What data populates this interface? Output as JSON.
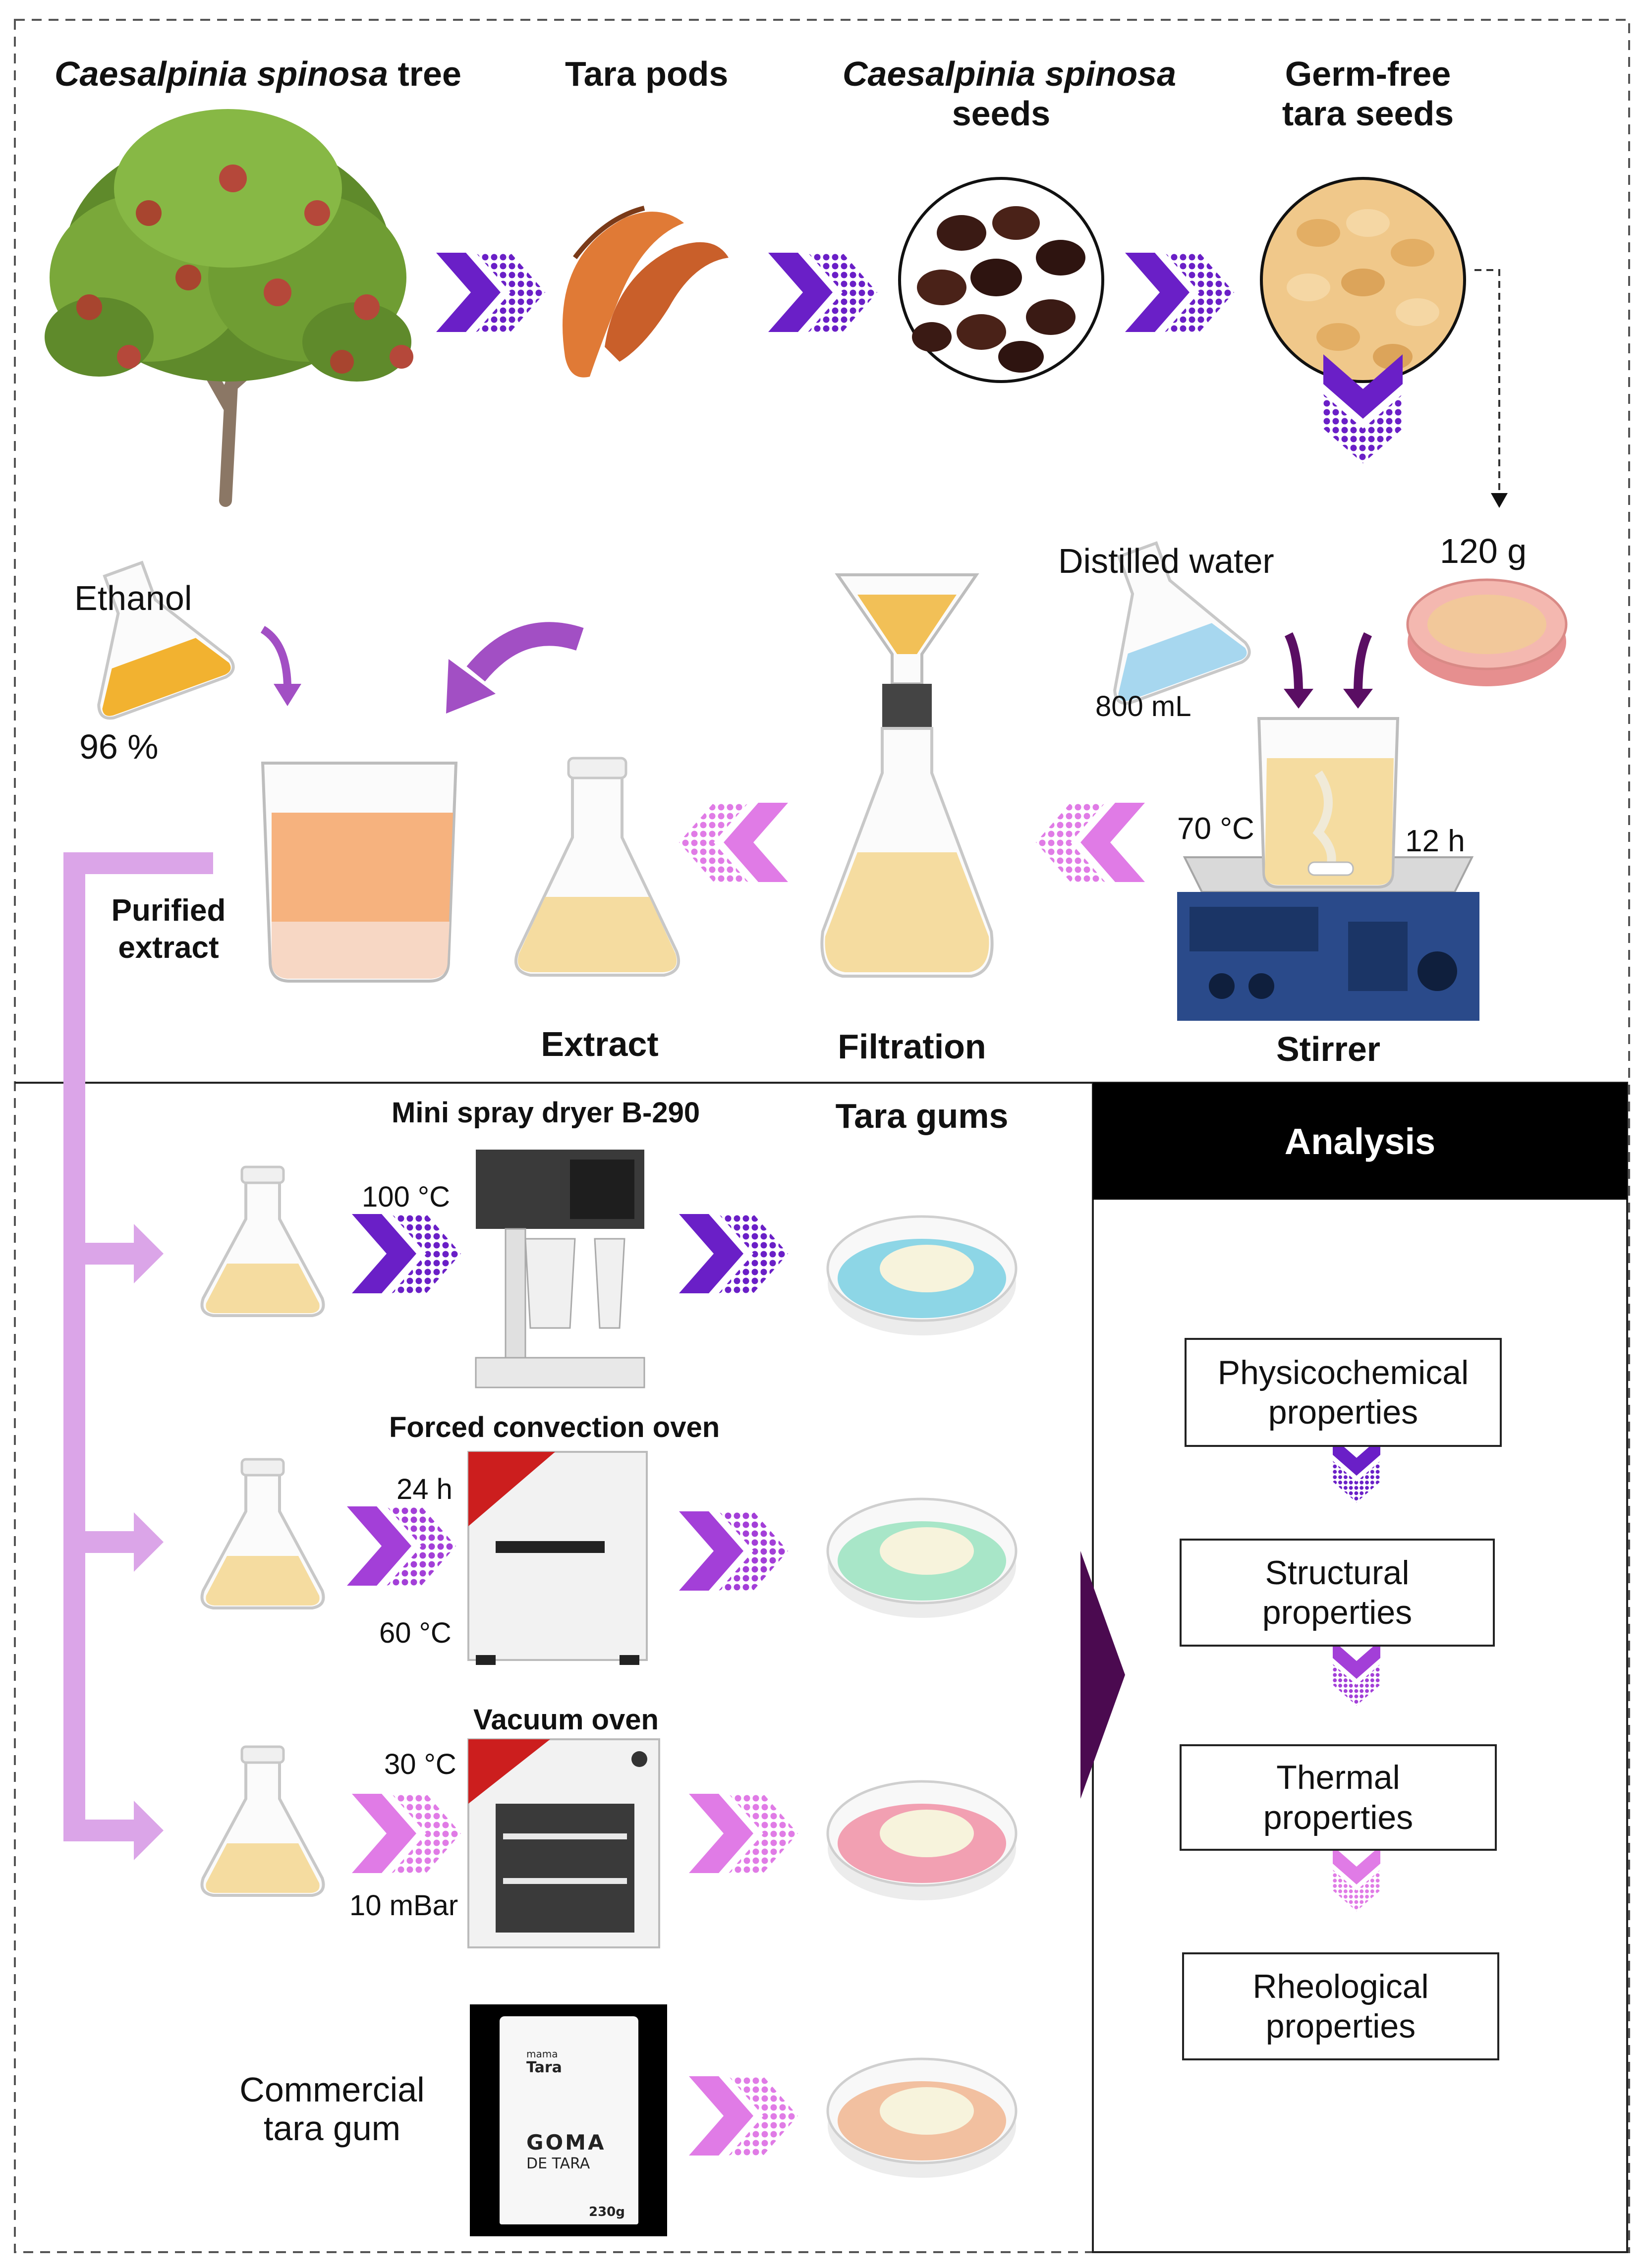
{
  "top_row": {
    "tree_label_italic": "Caesalpinia spinosa",
    "tree_label_rest": " tree",
    "pods_label": "Tara pods",
    "seeds_label_line1": "Caesalpinia spinosa",
    "seeds_label_line2": "seeds",
    "germfree_line1": "Germ-free",
    "germfree_line2": "tara seeds"
  },
  "extraction": {
    "ethanol": "Ethanol",
    "ethanol_conc": "96 %",
    "purified_line1": "Purified",
    "purified_line2": "extract",
    "extract": "Extract",
    "filtration": "Filtration",
    "distilled_water": "Distilled water",
    "water_volume": "800 mL",
    "seed_mass": "120 g",
    "temperature": "70 °C",
    "time": "12 h",
    "stirrer": "Stirrer"
  },
  "drying": {
    "spray_dryer_title": "Mini spray dryer B-290",
    "spray_temp": "100 °C",
    "tara_gums": "Tara gums",
    "convection_title": "Forced convection oven",
    "convection_time": "24 h",
    "convection_temp": "60 °C",
    "vacuum_title": "Vacuum oven",
    "vacuum_temp": "30 °C",
    "vacuum_pressure": "10 mBar",
    "commercial_line1": "Commercial",
    "commercial_line2": "tara gum"
  },
  "package": {
    "brand_line1": "mama",
    "brand_line2": "Tara",
    "product_line1": "GOMA",
    "product_line2": "DE TARA",
    "weight": "230g"
  },
  "analysis": {
    "header": "Analysis",
    "items": [
      {
        "line1": "Physicochemical",
        "line2": "properties"
      },
      {
        "line1": "Structural",
        "line2": "properties"
      },
      {
        "line1": "Thermal",
        "line2": "properties"
      },
      {
        "line1": "Rheological",
        "line2": "properties"
      }
    ]
  },
  "colors": {
    "purple_dark": "#6a1fc7",
    "purple_mid": "#9b3fd6",
    "pink": "#e07be6",
    "lilac": "#dba5e8",
    "dark_triangle": "#4b0a50",
    "solution": "#f5dca0",
    "orange_extract": "#f6b27e"
  }
}
